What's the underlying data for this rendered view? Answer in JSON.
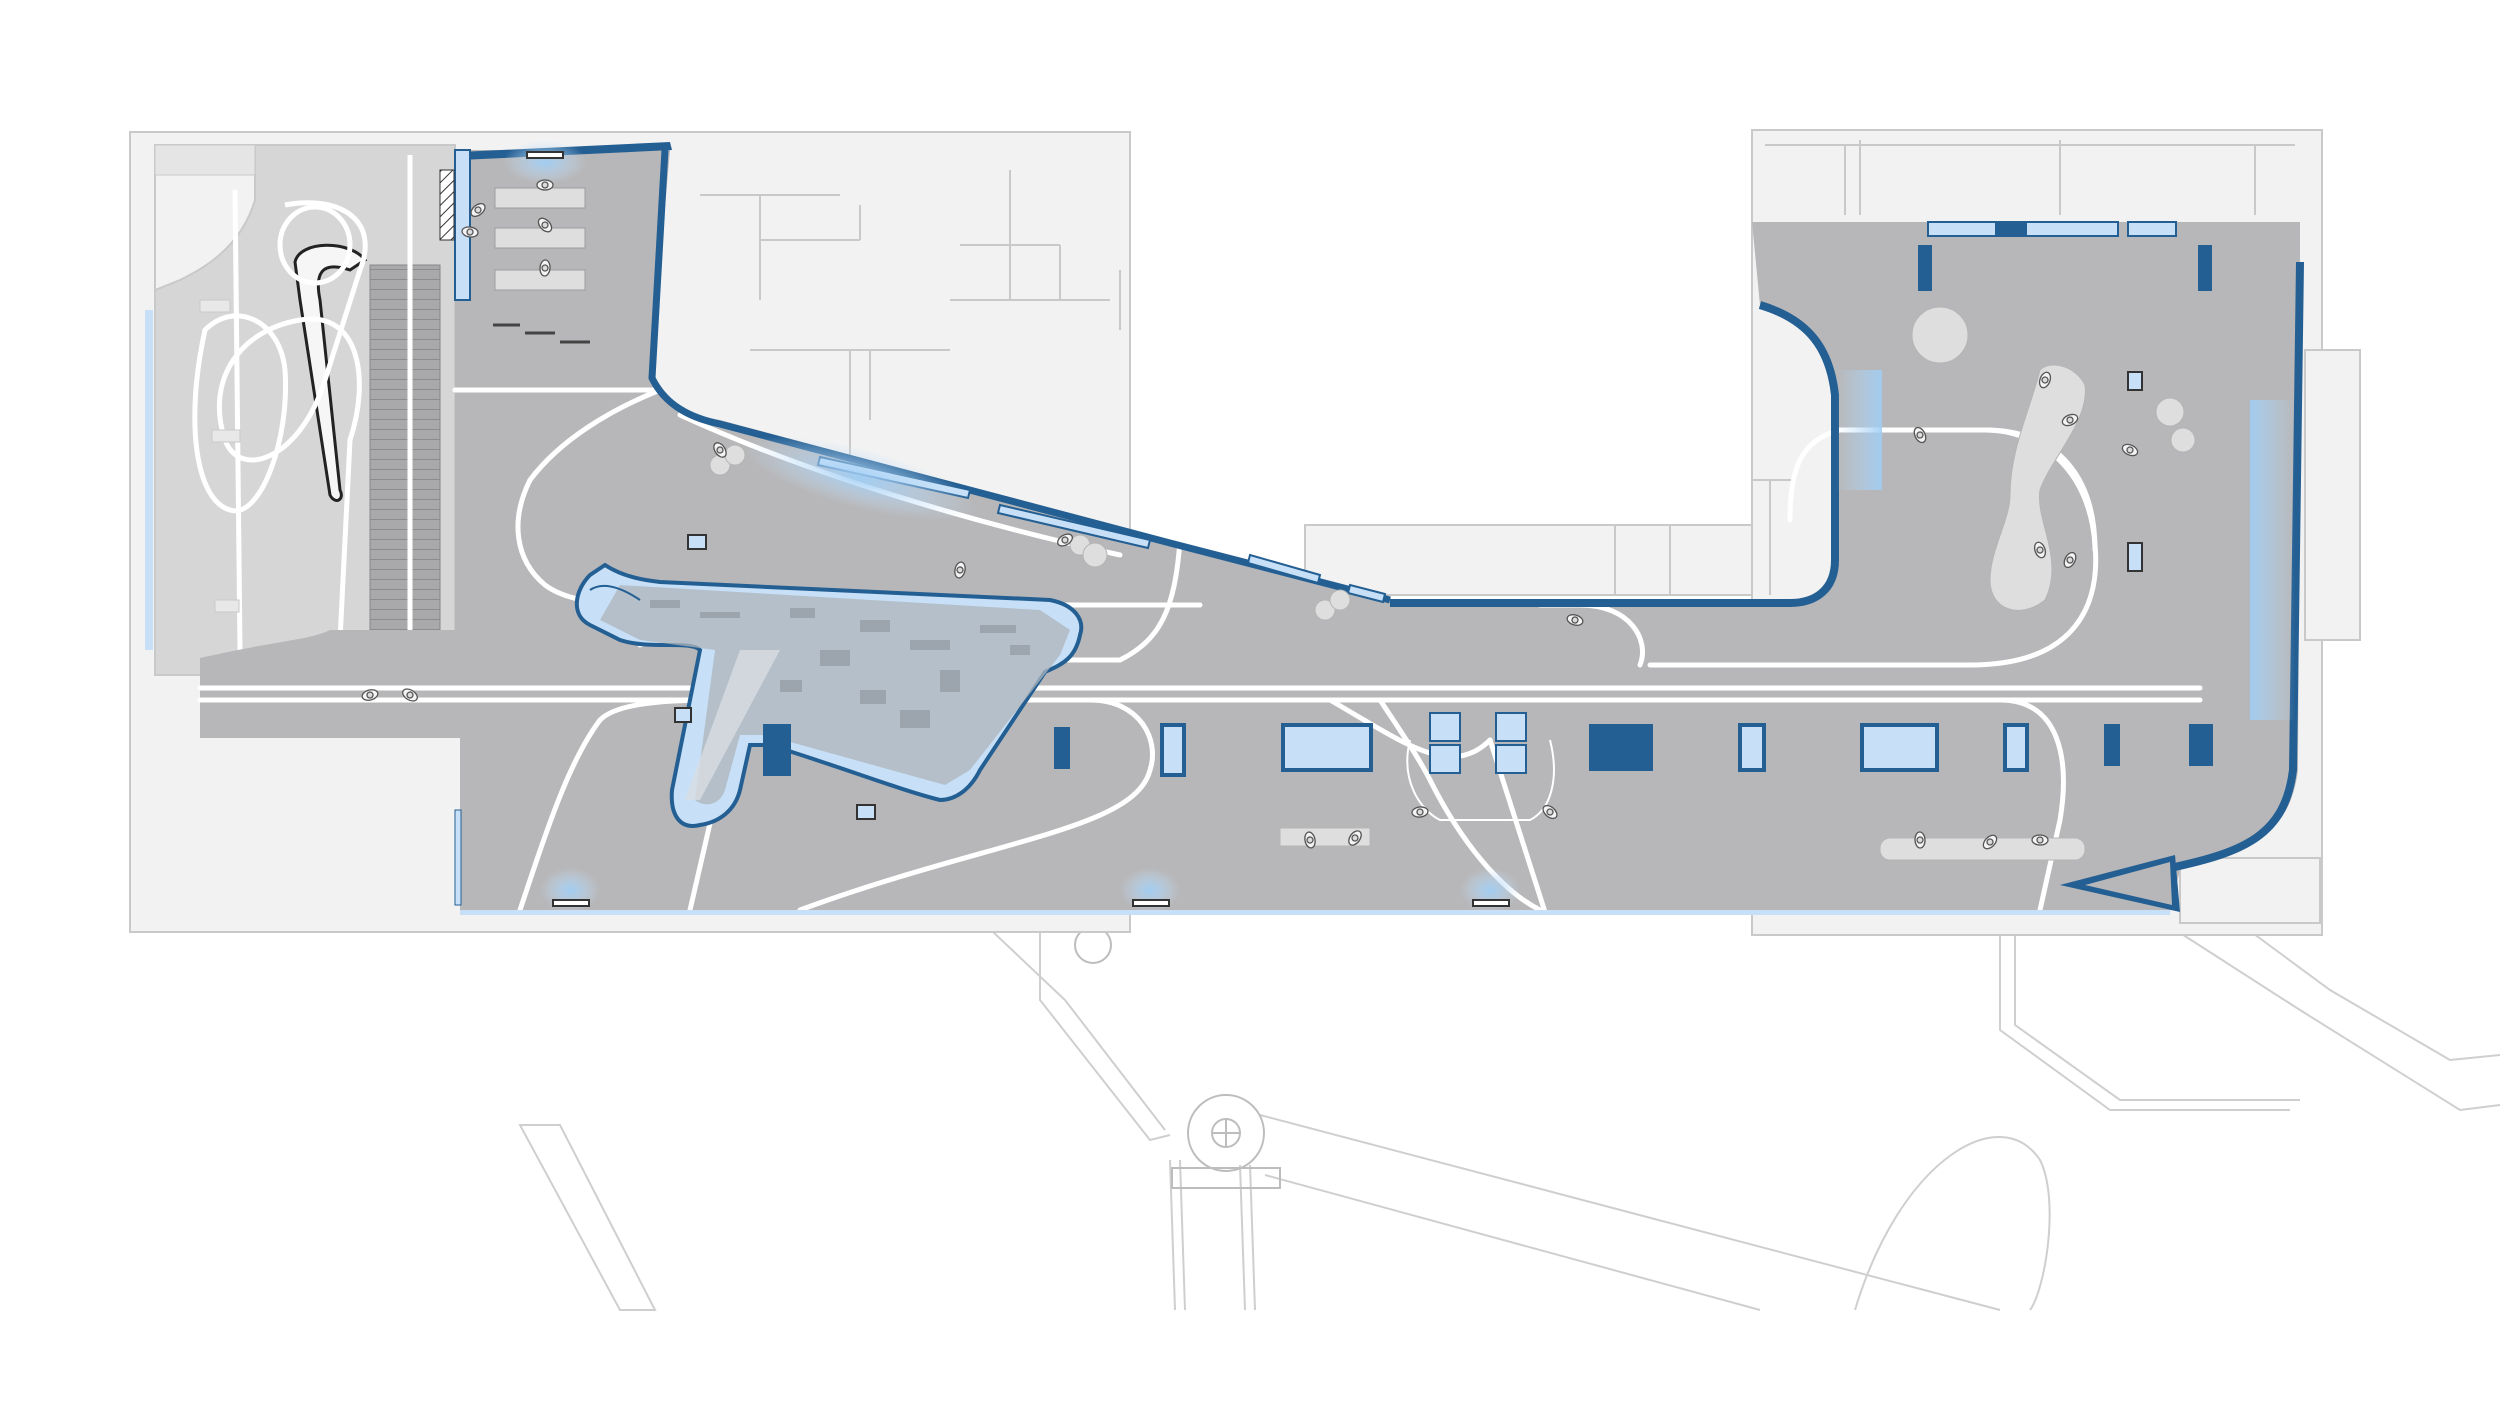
{
  "colors": {
    "background": "#ffffff",
    "floor": "#b7b7b9",
    "context_fill": "#f2f2f2",
    "context_line": "#c9c9c9",
    "site_line": "#cfcfcf",
    "wall_dark": "#245f93",
    "wall_light": "#c7e0f7",
    "glow": "#b6d8f7",
    "path_white": "#ffffff",
    "furniture": "#dedede",
    "stair_fill": "#e6e6e6",
    "track_line": "#ffffff",
    "ramp_fill": "#d6d6d6",
    "outline": "#222222"
  },
  "elements": {
    "exhibit_blocks": [
      {
        "kind": "tall-dark"
      },
      {
        "kind": "tall-dark"
      },
      {
        "kind": "tall-light"
      },
      {
        "kind": "wide-light"
      },
      {
        "kind": "wide-dark"
      },
      {
        "kind": "tall-light"
      },
      {
        "kind": "wide-light"
      },
      {
        "kind": "tall-light"
      },
      {
        "kind": "tall-dark"
      },
      {
        "kind": "tall-dark"
      }
    ],
    "people_groups": 24,
    "light_glows": 7
  }
}
